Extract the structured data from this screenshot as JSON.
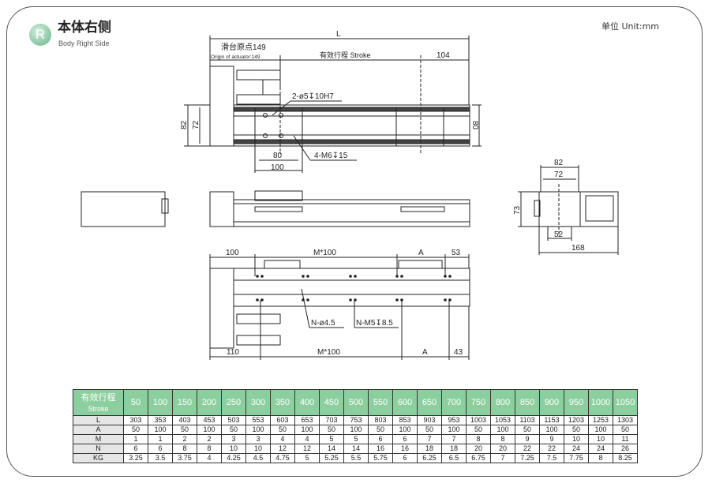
{
  "header": {
    "logo_letter": "R",
    "title_cn": "本体右侧",
    "title_en": "Body Right Side",
    "unit": "单位 Unit:mm"
  },
  "drawing": {
    "top_view": {
      "dim_L": "L",
      "origin_cn": "滑台原点149",
      "origin_en": "Origin of actuator:149",
      "stroke": "有效行程 Stroke",
      "dim_104": "104",
      "pin_holes": "2-ø5↧10H7",
      "tap_holes": "4-M6↧15",
      "dim_82": "82",
      "dim_72": "72",
      "dim_80_right": "80",
      "dim_80_bottom": "80",
      "dim_100": "100"
    },
    "end_view": {
      "dim_82": "82",
      "dim_72": "72",
      "dim_73": "73",
      "dim_52": "52",
      "dim_168": "168"
    },
    "bottom_view": {
      "dim_100": "100",
      "dim_m100_top": "M*100",
      "dim_a_top": "A",
      "dim_53": "53",
      "holes_through": "N-ø4.5",
      "holes_tap": "N-M5↧8.5",
      "dim_110": "110",
      "dim_m100_bottom": "M*100",
      "dim_a_bottom": "A",
      "dim_43": "43"
    }
  },
  "table": {
    "header_cn": "有效行程",
    "header_en": "Stroke",
    "strokes": [
      "50",
      "100",
      "150",
      "200",
      "250",
      "300",
      "350",
      "400",
      "450",
      "500",
      "550",
      "600",
      "650",
      "700",
      "750",
      "800",
      "850",
      "900",
      "950",
      "1000",
      "1050"
    ],
    "rows": [
      {
        "label": "L",
        "values": [
          "303",
          "353",
          "403",
          "453",
          "503",
          "553",
          "603",
          "653",
          "703",
          "753",
          "803",
          "853",
          "903",
          "953",
          "1003",
          "1053",
          "1103",
          "1153",
          "1203",
          "1253",
          "1303"
        ]
      },
      {
        "label": "A",
        "values": [
          "50",
          "100",
          "50",
          "100",
          "50",
          "100",
          "50",
          "100",
          "50",
          "100",
          "50",
          "100",
          "50",
          "100",
          "50",
          "100",
          "50",
          "100",
          "50",
          "100",
          "50"
        ]
      },
      {
        "label": "M",
        "values": [
          "1",
          "1",
          "2",
          "2",
          "3",
          "3",
          "4",
          "4",
          "5",
          "5",
          "6",
          "6",
          "7",
          "7",
          "8",
          "8",
          "9",
          "9",
          "10",
          "10",
          "11"
        ]
      },
      {
        "label": "N",
        "values": [
          "6",
          "6",
          "8",
          "8",
          "10",
          "10",
          "12",
          "12",
          "14",
          "14",
          "16",
          "16",
          "18",
          "18",
          "20",
          "20",
          "22",
          "22",
          "24",
          "24",
          "26"
        ]
      },
      {
        "label": "KG",
        "values": [
          "3.25",
          "3.5",
          "3.75",
          "4",
          "4.25",
          "4.5",
          "4.75",
          "5",
          "5.25",
          "5.5",
          "5.75",
          "6",
          "6.25",
          "6.5",
          "6.75",
          "7",
          "7.25",
          "7.5",
          "7.75",
          "8",
          "8.25"
        ]
      }
    ]
  }
}
